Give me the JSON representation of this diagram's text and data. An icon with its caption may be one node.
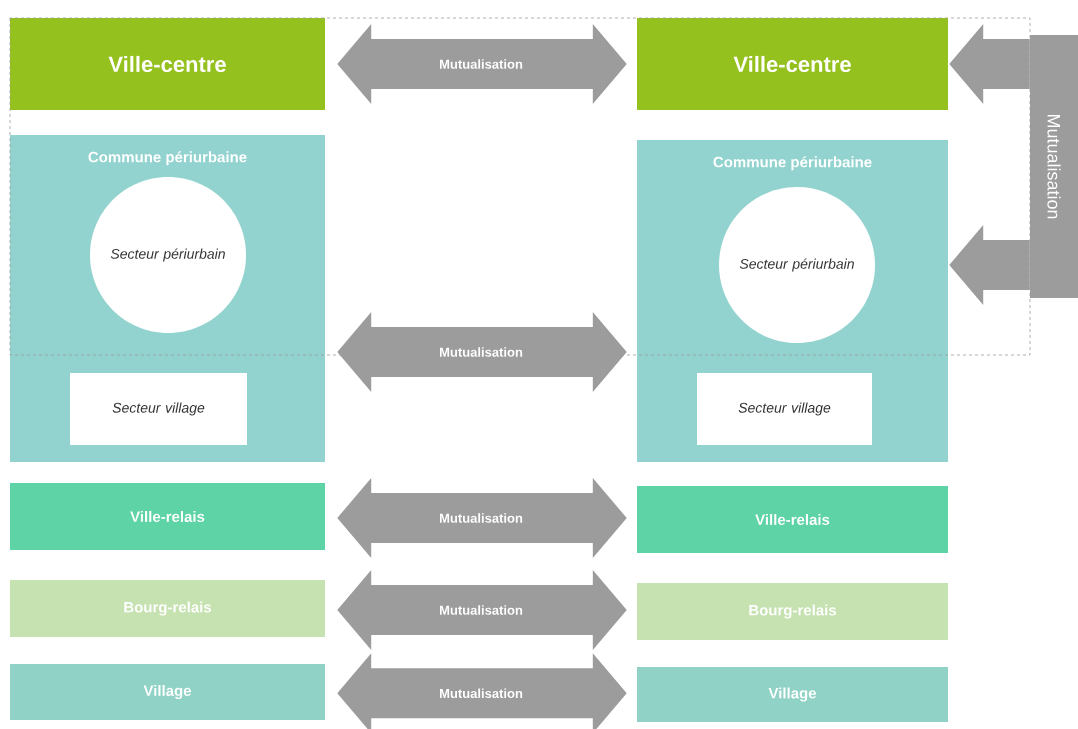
{
  "diagram": {
    "nodes": [
      {
        "text": [
          "Ville-centre"
        ]
      },
      {
        "text": [
          "Commune périurbaine"
        ]
      },
      {
        "text": [
          "Secteur périurbain"
        ],
        "in": 1
      },
      {
        "text": [
          "Secteur village"
        ],
        "in": 1
      },
      {
        "text": [
          "Ville-relais"
        ]
      },
      {
        "text": [
          "Bourg-relais"
        ]
      },
      {
        "text": [
          "Village"
        ]
      },
      {
        "text": [
          "Ville-centre"
        ]
      },
      {
        "text": [
          "Commune périurbaine"
        ]
      },
      {
        "text": [
          "Secteur périurbain"
        ],
        "in": 8
      },
      {
        "text": [
          "Secteur village"
        ],
        "in": 8
      },
      {
        "text": [
          "Ville-relais"
        ]
      },
      {
        "text": [
          "Bourg-relais"
        ]
      },
      {
        "text": [
          "Village"
        ]
      },
      {
        "text": [
          "Mutualisation"
        ]
      }
    ],
    "edges": [
      {
        "from": 0,
        "to": 7,
        "arrow": "both",
        "label": "Mutualisation"
      },
      {
        "from": 1,
        "to": 8,
        "arrow": "both",
        "label": "Mutualisation"
      },
      {
        "from": 4,
        "to": 11,
        "arrow": "both",
        "label": "Mutualisation"
      },
      {
        "from": 5,
        "to": 12,
        "arrow": "both",
        "label": "Mutualisation"
      },
      {
        "from": 6,
        "to": 13,
        "arrow": "both",
        "label": "Mutualisation"
      },
      {
        "from": 14,
        "to": 7,
        "arrow": "to"
      },
      {
        "from": 14,
        "to": 8,
        "arrow": "to"
      }
    ]
  }
}
